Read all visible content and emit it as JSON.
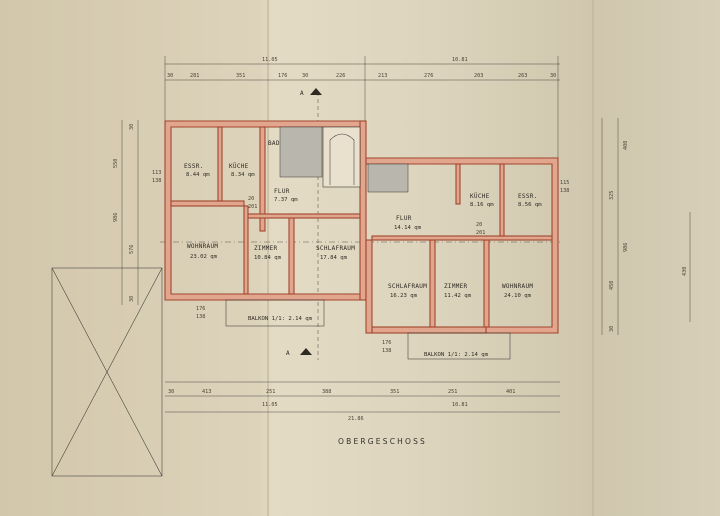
{
  "plan": {
    "floor_title": "OBERGESCHOSS",
    "section_marker": "A",
    "overall": {
      "top_a": "11.05",
      "top_b": "10.81",
      "bottom_a": "11.05",
      "bottom_b": "10.81",
      "bottom_total": "21.86"
    },
    "rooms": {
      "essr_left": {
        "name": "ESSR.",
        "area": "8.44 qm"
      },
      "kueche_left": {
        "name": "KÜCHE",
        "area": "8.34 qm"
      },
      "bad_left": {
        "name": "BAD"
      },
      "flur_left": {
        "name": "FLUR",
        "area": "7.37 qm"
      },
      "wohnraum_left": {
        "name": "WOHNRAUM",
        "area": "23.02 qm"
      },
      "zimmer_left": {
        "name": "ZIMMER",
        "area": "10.84 qm"
      },
      "schlafraum_left": {
        "name": "SCHLAFRAUM",
        "area": "17.84 qm"
      },
      "flur_right": {
        "name": "FLUR",
        "area": "14.14 qm"
      },
      "kueche_right": {
        "name": "KÜCHE",
        "area": "8.16 qm"
      },
      "essr_right": {
        "name": "ESSR.",
        "area": "8.56 qm"
      },
      "schlafraum_right": {
        "name": "SCHLAFRAUM",
        "area": "16.23 qm"
      },
      "zimmer_right": {
        "name": "ZIMMER",
        "area": "11.42 qm"
      },
      "wohnraum_right": {
        "name": "WOHNRAUM",
        "area": "24.10 qm"
      }
    },
    "balconies": {
      "left": "BALKON 1/1: 2.14 qm",
      "right": "BALKON 1/1: 2.14 qm"
    },
    "top_dims": [
      "30",
      "281",
      "351",
      "176",
      "30",
      "226",
      "213",
      "276",
      "203",
      "263",
      "30"
    ],
    "bottom_dims": [
      "30",
      "413",
      "251",
      "388",
      "351",
      "251",
      "401"
    ],
    "left_dims": [
      "550",
      "986",
      "576",
      "30",
      "30"
    ],
    "right_dims": [
      "400",
      "986",
      "325",
      "450",
      "30"
    ],
    "far_right_dim": "430",
    "window_marks": [
      "113",
      "138",
      "20",
      "201",
      "115",
      "138",
      "20",
      "201",
      "176",
      "138",
      "176",
      "138"
    ]
  }
}
